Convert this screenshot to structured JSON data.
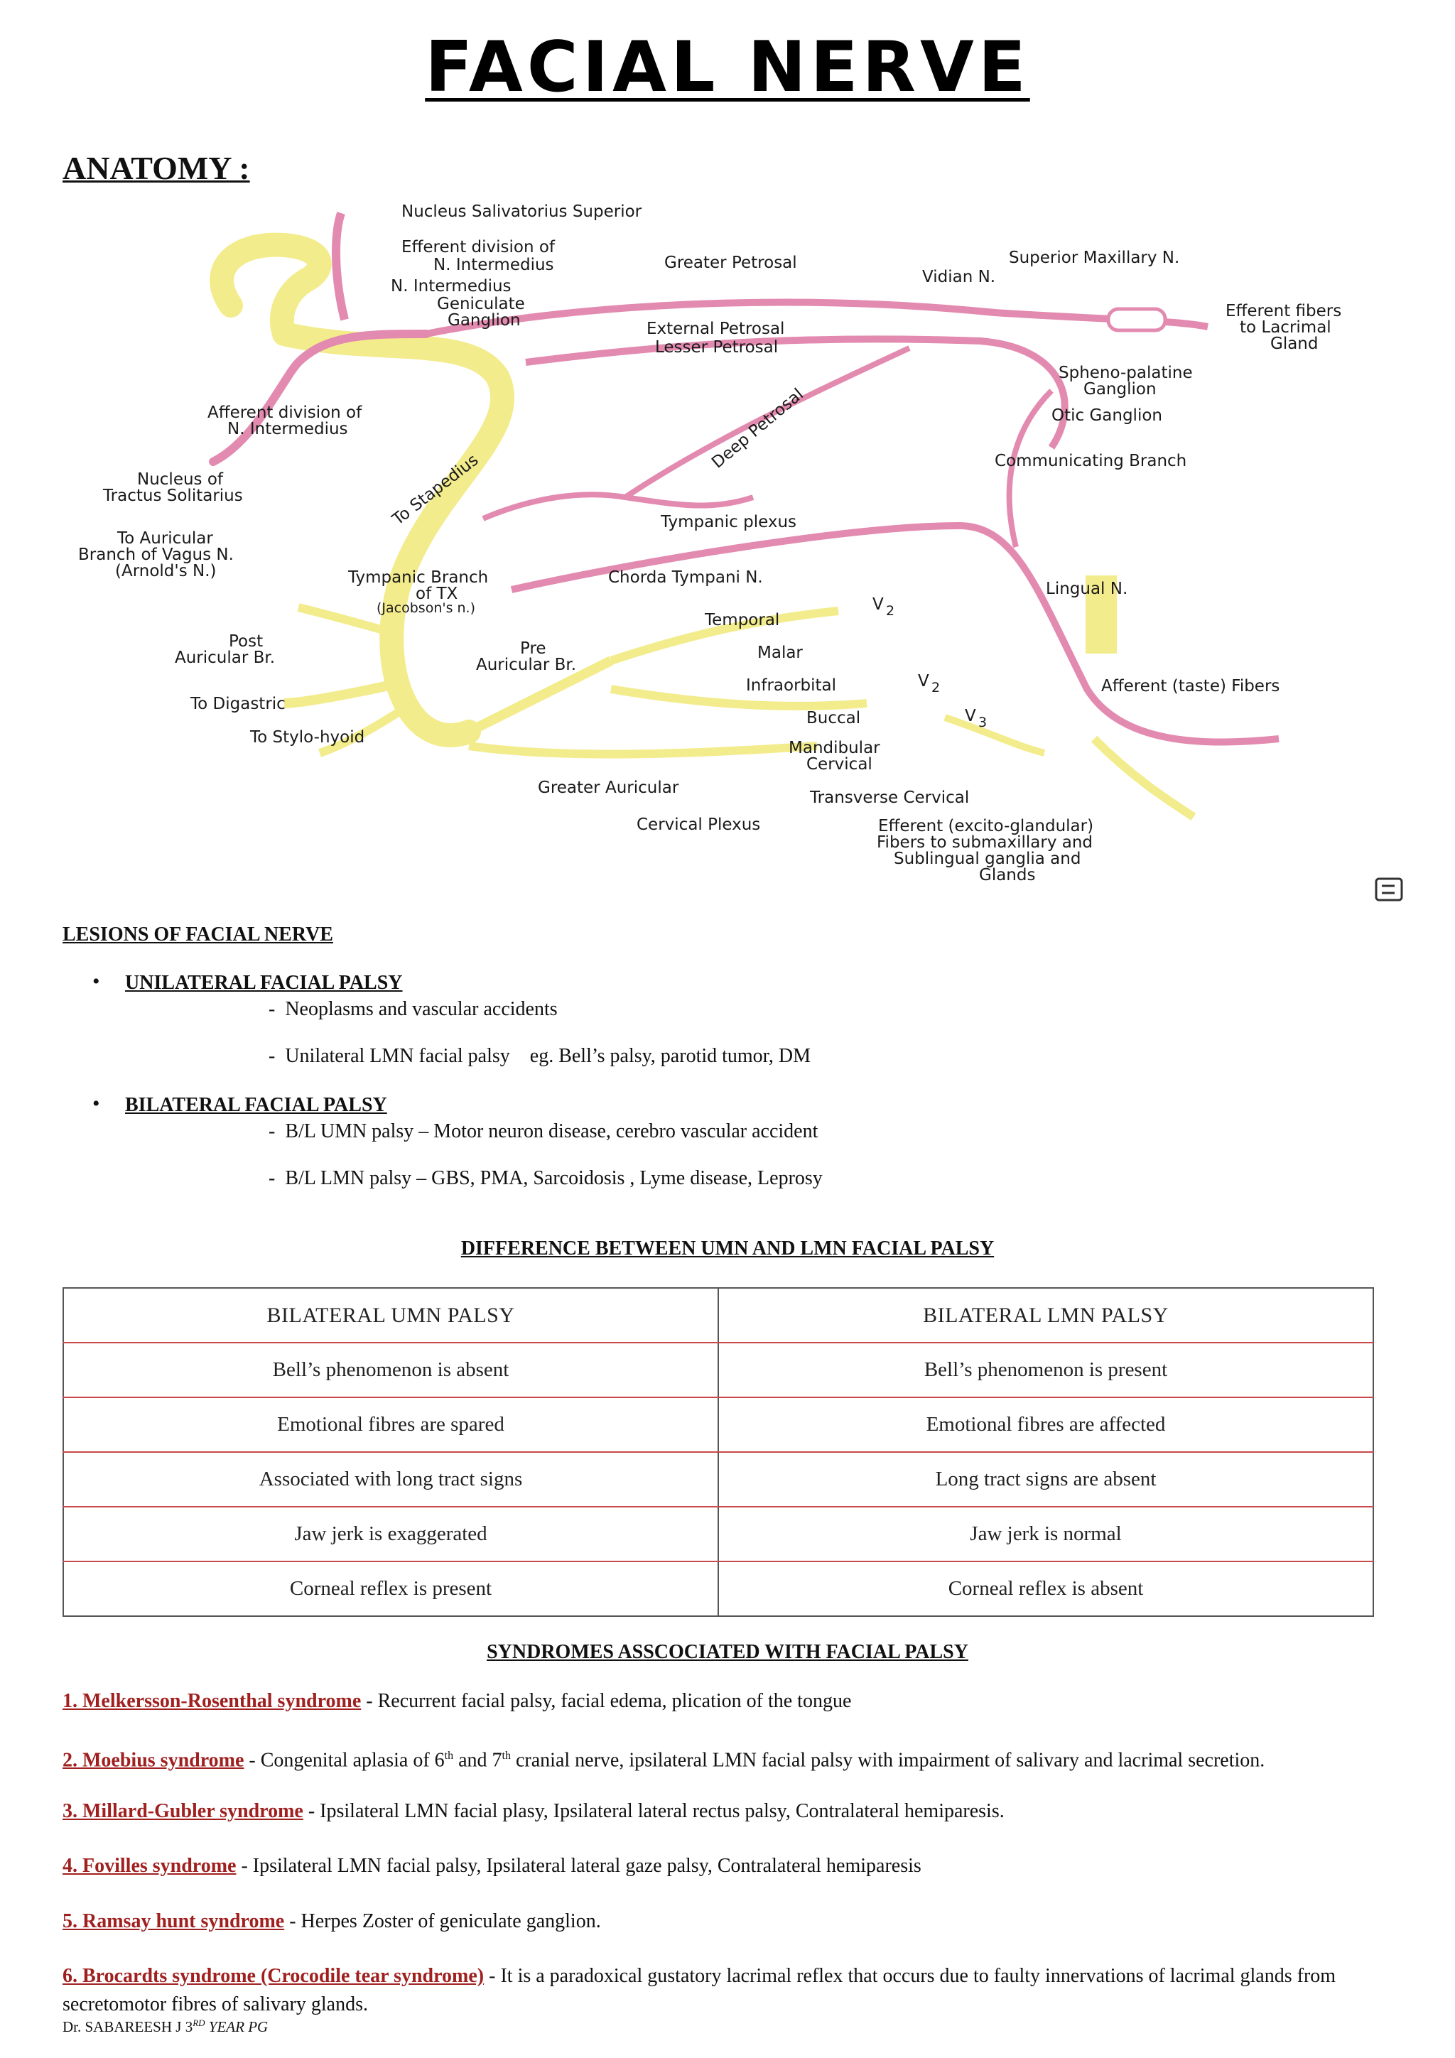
{
  "title": "FACIAL NERVE",
  "anatomy_heading": "ANATOMY :",
  "diagram_labels": {
    "nucleus_salivatorius": "Nucleus Salivatorius Superior",
    "efferent_division_1": "Efferent division of",
    "efferent_division_2": "N. Intermedius",
    "n_intermedius": "N. Intermedius",
    "geniculate_1": "Geniculate",
    "geniculate_2": "Ganglion",
    "greater_petrosal": "Greater Petrosal",
    "vidian": "Vidian N.",
    "superior_maxillary": "Superior Maxillary N.",
    "efferent_lacrimal_1": "Efferent fibers",
    "efferent_lacrimal_2": "to Lacrimal",
    "efferent_lacrimal_3": "Gland",
    "external_petrosal": "External Petrosal",
    "lesser_petrosal": "Lesser Petrosal",
    "spheno_1": "Spheno-palatine",
    "spheno_2": "Ganglion",
    "otic": "Otic Ganglion",
    "afferent_division_1": "Afferent division of",
    "afferent_division_2": "N. Intermedius",
    "communicating": "Communicating Branch",
    "nucleus_tractus_1": "Nucleus of",
    "nucleus_tractus_2": "Tractus Solitarius",
    "deep_petrosal": "Deep Petrosal",
    "to_stapedius": "To Stapedius",
    "tympanic_plexus": "Tympanic plexus",
    "auricular_vagus_1": "To Auricular",
    "auricular_vagus_2": "Branch of Vagus N.",
    "auricular_vagus_3": "(Arnold's N.)",
    "tympanic_branch_1": "Tympanic Branch",
    "tympanic_branch_2": "of TX",
    "tympanic_branch_3": "(Jacobson's n.)",
    "chorda_tympani": "Chorda Tympani N.",
    "lingual": "Lingual N.",
    "temporal": "Temporal",
    "v2_a": "V",
    "post_auricular_1": "Post",
    "post_auricular_2": "Auricular Br.",
    "pre_auricular_1": "Pre",
    "pre_auricular_2": "Auricular Br.",
    "malar": "Malar",
    "infraorbital": "Infraorbital",
    "v2_b": "V",
    "afferent_taste": "Afferent (taste) Fibers",
    "to_digastric": "To Digastric",
    "buccal": "Buccal",
    "v3": "V",
    "to_stylohyoid": "To Stylo-hyoid",
    "mandibular_1": "Mandibular",
    "mandibular_2": "Cervical",
    "greater_auricular": "Greater Auricular",
    "transverse_cervical": "Transverse Cervical",
    "cervical_plexus": "Cervical Plexus",
    "efferent_glandular_1": "Efferent (excito-glandular)",
    "efferent_glandular_2": "Fibers to submaxillary and",
    "efferent_glandular_3": "Sublingual ganglia and",
    "efferent_glandular_4": "Glands",
    "sub_2": "2",
    "sub_3": "3"
  },
  "lesions": {
    "heading": "LESIONS OF FACIAL NERVE",
    "unilateral": {
      "title": "UNILATERAL FACIAL PALSY",
      "items": [
        "-  Neoplasms and vascular accidents",
        "-  Unilateral LMN facial palsy    eg. Bell’s palsy, parotid tumor, DM"
      ]
    },
    "bilateral": {
      "title": "BILATERAL FACIAL PALSY",
      "items": [
        "-  B/L UMN palsy – Motor neuron disease, cerebro vascular accident",
        "-  B/L LMN palsy – GBS, PMA, Sarcoidosis , Lyme disease, Leprosy"
      ]
    }
  },
  "difference": {
    "heading": "DIFFERENCE BETWEEN UMN AND LMN FACIAL PALSY",
    "rows": [
      [
        "BILATERAL UMN PALSY",
        "BILATERAL LMN PALSY"
      ],
      [
        "Bell’s phenomenon is absent",
        "Bell’s phenomenon is present"
      ],
      [
        "Emotional fibres are spared",
        "Emotional fibres are affected"
      ],
      [
        "Associated with long tract signs",
        "Long tract signs are absent"
      ],
      [
        "Jaw jerk is exaggerated",
        "Jaw jerk is normal"
      ],
      [
        "Corneal reflex is present",
        "Corneal reflex is absent"
      ]
    ]
  },
  "syndromes": {
    "heading": "SYNDROMES ASSCOCIATED WITH FACIAL PALSY",
    "s1": {
      "name": "1. Melkersson-Rosenthal syndrome",
      "desc": " - Recurrent facial palsy, facial edema, plication of the tongue"
    },
    "s2": {
      "name": "2. Moebius syndrome",
      "desc_a": " - Congenital aplasia of 6",
      "sup_a": "th",
      "desc_b": " and 7",
      "sup_b": "th",
      "desc_c": " cranial nerve, ipsilateral LMN facial palsy with impairment of salivary and lacrimal secretion."
    },
    "s3": {
      "name": "3. Millard-Gubler syndrome",
      "desc": " - Ipsilateral LMN facial plasy, Ipsilateral lateral rectus palsy, Contralateral hemiparesis."
    },
    "s4": {
      "name": "4. Fovilles syndrome",
      "desc": " - Ipsilateral LMN facial palsy, Ipsilateral lateral gaze palsy, Contralateral hemiparesis"
    },
    "s5": {
      "name": "5. Ramsay hunt syndrome",
      "desc": " - Herpes Zoster of geniculate ganglion."
    },
    "s6": {
      "name": "6. Brocardts syndrome (Crocodile tear syndrome)",
      "desc": " - It is a paradoxical gustatory lacrimal  reflex that occurs due to faulty innervations of lacrimal glands from secretomotor fibres of salivary glands."
    }
  },
  "footer": {
    "author": "Dr. SABAREESH J 3",
    "sup": "RD",
    "year": " YEAR PG"
  }
}
